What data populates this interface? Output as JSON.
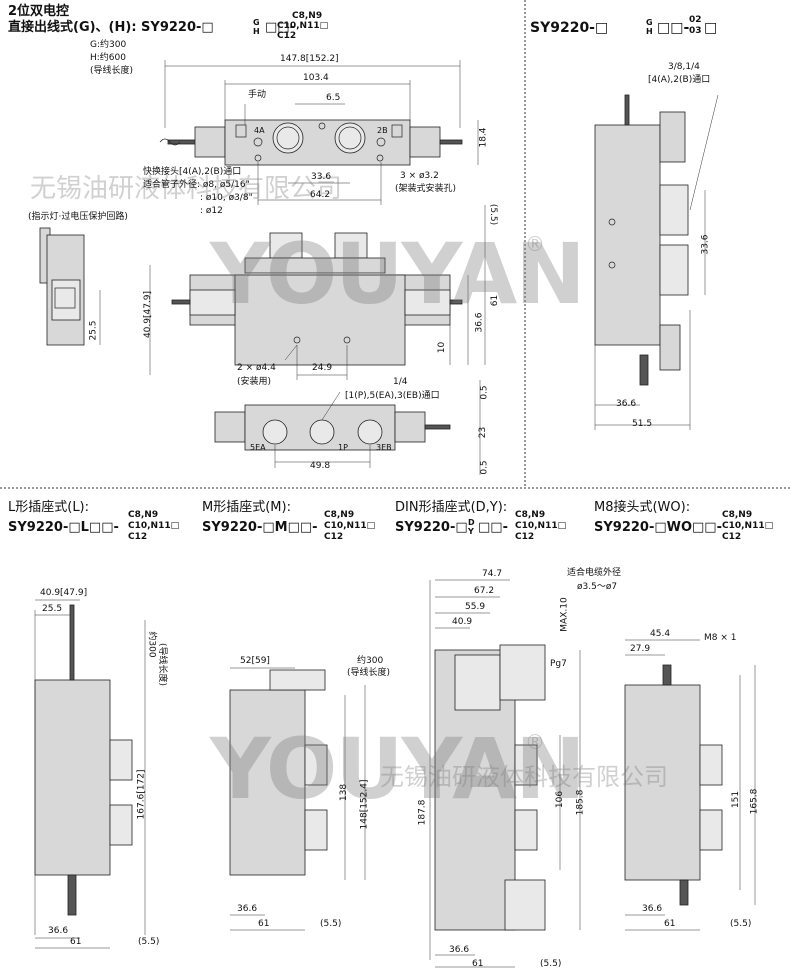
{
  "top_left": {
    "title_line1": "2位双电控",
    "title_line2": "直接出线式(G)、(H): SY9220-□",
    "title_gh": "G H",
    "title_boxes": "□□-",
    "title_suffix": [
      "C8,N9",
      "C10,N11□",
      "C12"
    ],
    "lead_g": "G:约300",
    "lead_h": "H:约600",
    "lead_note": "(导线长度)",
    "dims": {
      "d147": "147.8[152.2]",
      "d103": "103.4",
      "manual": "手动",
      "d65": "6.5",
      "d184": "18.4",
      "d336": "33.6",
      "d642": "64.2",
      "hole3": "3 × ø3.2",
      "hole3_note": "(架装式安装孔)",
      "fitting1": "快换接头[4(A),2(B)通口",
      "fitting2": "适合管子外径: ø8, ø5/16\"",
      "fitting3": ": ø10, ø3/8\"",
      "fitting4": ": ø12",
      "indicator": "(指示灯·过电压保护回路)",
      "d55a": "(5.5)",
      "d409": "40.9[47.9]",
      "d255": "25.5",
      "d61a": "61",
      "d366a": "36.6",
      "d10": "10",
      "hole2": "2 × ø4.4",
      "hole2_note": "(安装用)",
      "d249": "24.9",
      "pipe14": "1/4",
      "port_note": "[1(P),5(EA),3(EB)通口",
      "d05a": "0.5",
      "d23": "23",
      "d05b": "0.5",
      "d498": "49.8",
      "port_5ea": "5EA",
      "port_1p": "1P",
      "port_3eb": "3EB",
      "port_4a": "4A",
      "port_2b": "2B"
    }
  },
  "top_right": {
    "title": "SY9220-□",
    "title_gh": "G H",
    "title_mid": "□□-",
    "title_sfx": [
      "02",
      "03"
    ],
    "title_end": "□",
    "dims": {
      "pipe": "3/8,1/4",
      "port": "[4(A),2(B)通口",
      "d336": "33.6",
      "d366": "36.6",
      "d515": "51.5"
    }
  },
  "bottom": [
    {
      "title_line1": "L形插座式(L):",
      "title_line2": "SY9220-□L□□-",
      "suffix": [
        "C8,N9",
        "C10,N11□",
        "C12"
      ],
      "dims": {
        "a": "40.9[47.9]",
        "b": "25.5",
        "lead": "约300",
        "lead_note": "(导线长度)",
        "h": "167.6[172]",
        "w1": "36.6",
        "w2": "61",
        "off": "(5.5)"
      }
    },
    {
      "title_line1": "M形插座式(M):",
      "title_line2": "SY9220-□M□□-",
      "suffix": [
        "C8,N9",
        "C10,N11□",
        "C12"
      ],
      "dims": {
        "a": "52[59]",
        "lead": "约300",
        "lead_note": "(导线长度)",
        "h1": "138",
        "h2": "148[152.4]",
        "w1": "36.6",
        "w2": "61",
        "off": "(5.5)"
      }
    },
    {
      "title_line1": "DIN形插座式(D,Y):",
      "title_line2": "SY9220-□",
      "title_dy": "D Y",
      "title_line2b": "□□-",
      "suffix": [
        "C8,N9",
        "C10,N11□",
        "C12"
      ],
      "dims": {
        "a": "74.7",
        "b": "67.2",
        "c": "55.9",
        "d": "40.9",
        "cable": "适合电缆外径",
        "cable_d": "ø3.5～ø7",
        "max": "MAX.10",
        "pg": "Pg7",
        "h1": "106",
        "h2": "185.8",
        "h3": "187.8",
        "w1": "36.6",
        "w2": "61",
        "off": "(5.5)"
      }
    },
    {
      "title_line1": "M8接头式(WO):",
      "title_line2": "SY9220-□WO□□-",
      "suffix": [
        "C8,N9",
        "C10,N11□",
        "C12"
      ],
      "dims": {
        "a": "45.4",
        "b": "27.9",
        "m8": "M8 × 1",
        "h1": "151",
        "h2": "165.8",
        "w1": "36.6",
        "w2": "61",
        "off": "(5.5)"
      }
    }
  ],
  "watermark": {
    "company": "无锡油研液体科技有限公司",
    "logo": "YOUYAN",
    "reg": "®"
  }
}
